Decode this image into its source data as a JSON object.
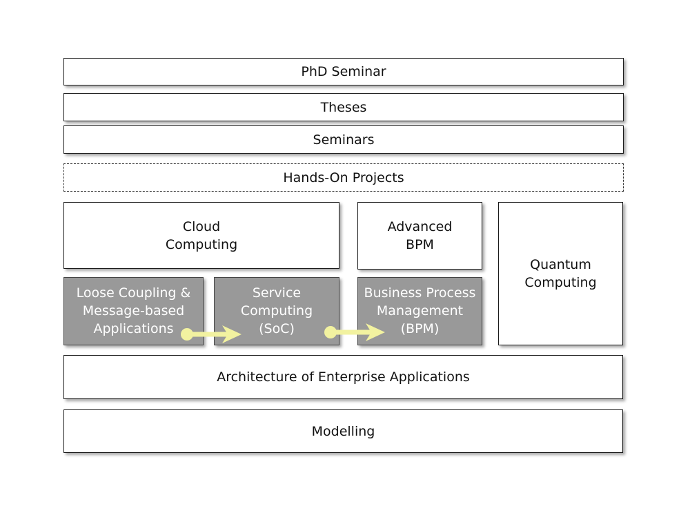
{
  "layers": {
    "phd": "PhD Seminar",
    "theses": "Theses",
    "seminars": "Seminars",
    "hands_on": "Hands-On Projects",
    "cloud": "Cloud\nComputing",
    "advanced_bpm": "Advanced\nBPM",
    "quantum": "Quantum\nComputing",
    "loose_coupling": "Loose Coupling &\nMessage-based\nApplications",
    "soc": "Service\nComputing\n(SoC)",
    "bpm": "Business Process\nManagement\n(BPM)",
    "architecture": "Architecture of Enterprise Applications",
    "modelling": "Modelling"
  },
  "colors": {
    "box_fill": "#ffffff",
    "foundation_fill": "#999999",
    "arrow": "#f2f2a0"
  }
}
